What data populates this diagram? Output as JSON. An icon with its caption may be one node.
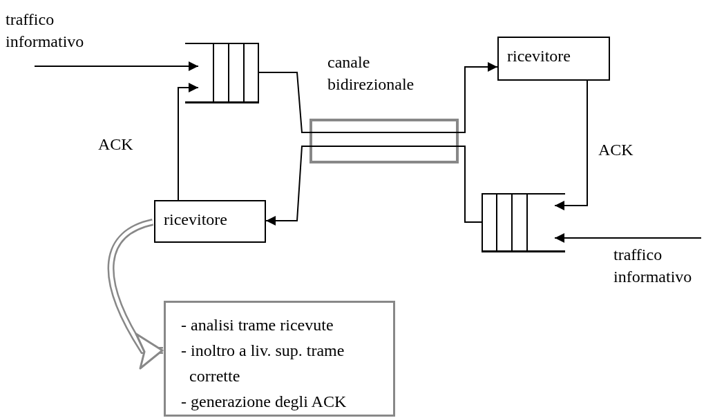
{
  "diagram": {
    "nodes": [
      {
        "text": [
          "traffico informativo"
        ]
      },
      {
        "text": [],
        "shape": "queue"
      },
      {
        "text": [
          "canale bidirezionale"
        ]
      },
      {
        "text": [
          "ricevitore"
        ]
      },
      {
        "text": [],
        "shape": "queue"
      },
      {
        "text": [
          "traffico informativo"
        ]
      },
      {
        "text": [
          "ricevitore"
        ]
      },
      {
        "text": [
          "- analisi trame ricevute",
          "- inoltro a liv. sup. trame corrette",
          "- generazione degli ACK"
        ]
      }
    ],
    "edges": [
      {
        "from": 0,
        "to": 1,
        "arrow": "to"
      },
      {
        "from": 6,
        "to": 1,
        "arrow": "to",
        "label": "ACK"
      },
      {
        "from": 1,
        "to": 2,
        "arrow": "none"
      },
      {
        "from": 2,
        "to": 3,
        "arrow": "to"
      },
      {
        "from": 2,
        "to": 6,
        "arrow": "to"
      },
      {
        "from": 2,
        "to": 4,
        "arrow": "none"
      },
      {
        "from": 3,
        "to": 4,
        "arrow": "to",
        "label": "ACK"
      },
      {
        "from": 5,
        "to": 4,
        "arrow": "to"
      },
      {
        "from": 6,
        "to": 7,
        "arrow": "to",
        "style": "thick",
        "color": "#888888"
      }
    ]
  }
}
